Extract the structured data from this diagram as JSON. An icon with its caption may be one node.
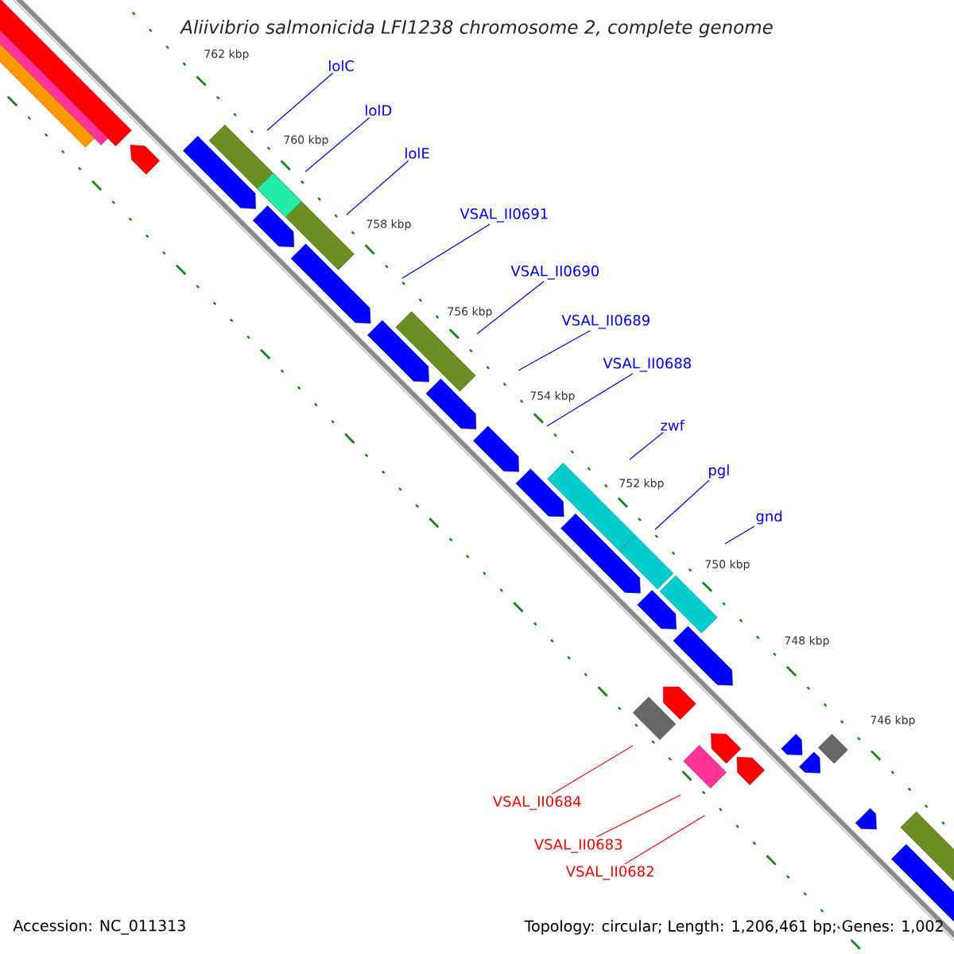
{
  "diagram": {
    "title": "Aliivibrio salmonicida LFI1238 chromosome 2, complete genome",
    "nodes": [
      {
        "text": [
          "lolC"
        ]
      },
      {
        "text": [
          "lolD"
        ]
      },
      {
        "text": [
          "lolE"
        ]
      },
      {
        "text": [
          "VSAL_II0691"
        ]
      },
      {
        "text": [
          "VSAL_II0690"
        ]
      },
      {
        "text": [
          "VSAL_II0689"
        ]
      },
      {
        "text": [
          "VSAL_II0688"
        ]
      },
      {
        "text": [
          "zwf"
        ]
      },
      {
        "text": [
          "pgl"
        ]
      },
      {
        "text": [
          "gnd"
        ]
      },
      {
        "text": [
          "VSAL_II0684"
        ]
      },
      {
        "text": [
          "VSAL_II0683"
        ]
      },
      {
        "text": [
          "VSAL_II0682"
        ]
      }
    ],
    "edges": [
      {
        "from": 0,
        "to": null,
        "arrow": "none"
      },
      {
        "from": 1,
        "to": null,
        "arrow": "none"
      },
      {
        "from": 2,
        "to": null,
        "arrow": "none"
      },
      {
        "from": 3,
        "to": null,
        "arrow": "none"
      },
      {
        "from": 4,
        "to": null,
        "arrow": "none"
      },
      {
        "from": 5,
        "to": null,
        "arrow": "none"
      },
      {
        "from": 6,
        "to": null,
        "arrow": "none"
      },
      {
        "from": 7,
        "to": null,
        "arrow": "none"
      },
      {
        "from": 8,
        "to": null,
        "arrow": "none"
      },
      {
        "from": 9,
        "to": null,
        "arrow": "none"
      },
      {
        "from": 10,
        "to": null,
        "arrow": "none",
        "color": "#ff0000"
      },
      {
        "from": 11,
        "to": null,
        "arrow": "none",
        "color": "#ff0000"
      },
      {
        "from": 12,
        "to": null,
        "arrow": "none",
        "color": "#ff0000"
      }
    ],
    "labels": [
      "762 kbp",
      "760 kbp",
      "758 kbp",
      "756 kbp",
      "754 kbp",
      "752 kbp",
      "750 kbp",
      "748 kbp",
      "746 kbp",
      "Accession: NC_011313",
      "Topology: circular; Length: 1,206,461 bp; Genes: 1,002"
    ]
  }
}
